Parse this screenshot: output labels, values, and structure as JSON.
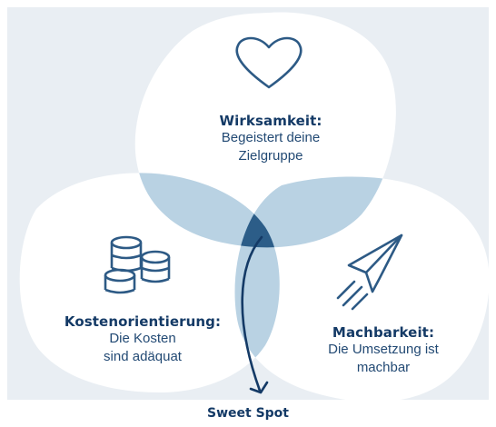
{
  "colors": {
    "background_panel": "#e9eef3",
    "circle_fill": "#ffffff",
    "pair_overlap": "#b9d2e3",
    "sweet_spot": "#2c5d88",
    "icon_stroke": "#2d5a85",
    "text_title": "#143a66",
    "text_body": "#234a74"
  },
  "wirksamkeit": {
    "icon": "heart-icon",
    "title": "Wirksamkeit:",
    "line1": "Begeistert deine",
    "line2": "Zielgruppe"
  },
  "kosten": {
    "icon": "coins-icon",
    "title": "Kostenorientierung:",
    "line1": "Die Kosten",
    "line2": "sind adäquat"
  },
  "machbarkeit": {
    "icon": "paper-plane-icon",
    "title": "Machbarkeit:",
    "line1": "Die Umsetzung ist",
    "line2": "machbar"
  },
  "sweet_spot": {
    "label": "Sweet Spot",
    "icon": "curved-arrow-icon"
  }
}
